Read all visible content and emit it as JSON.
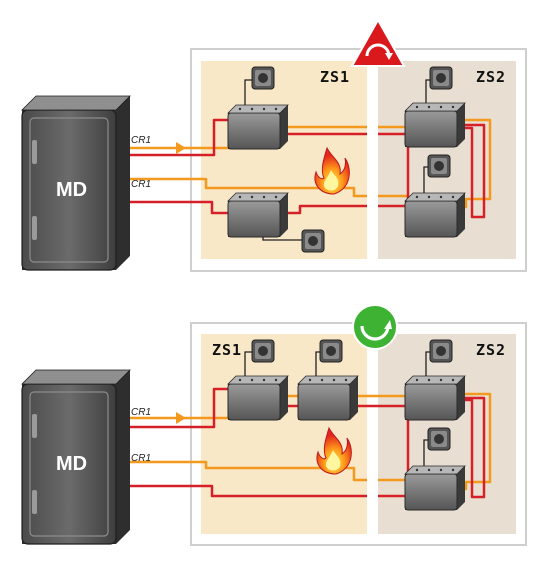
{
  "diagrams": [
    {
      "panel": "top",
      "status": "fail",
      "status_color": "#d9191c",
      "distributor_label": "MD",
      "circuit_labels": [
        "CR1",
        "CR1"
      ],
      "zones": [
        "ZS1",
        "ZS2"
      ]
    },
    {
      "panel": "bottom",
      "status": "pass",
      "status_color": "#3db233",
      "distributor_label": "MD",
      "circuit_labels": [
        "CR1",
        "CR1"
      ],
      "zones": [
        "ZS1",
        "ZS2"
      ]
    }
  ],
  "colors": {
    "orange_cable": "#f39a1e",
    "red_cable": "#d62027",
    "zone1_fill": "#f8e8c8",
    "zone2_fill": "#e8dfd2",
    "box_fill": "#6e6e6e"
  },
  "icons": [
    "distribution-cabinet-icon",
    "junction-box-icon",
    "detector-icon",
    "fire-icon",
    "warning-triangle-icon",
    "check-circle-icon"
  ]
}
